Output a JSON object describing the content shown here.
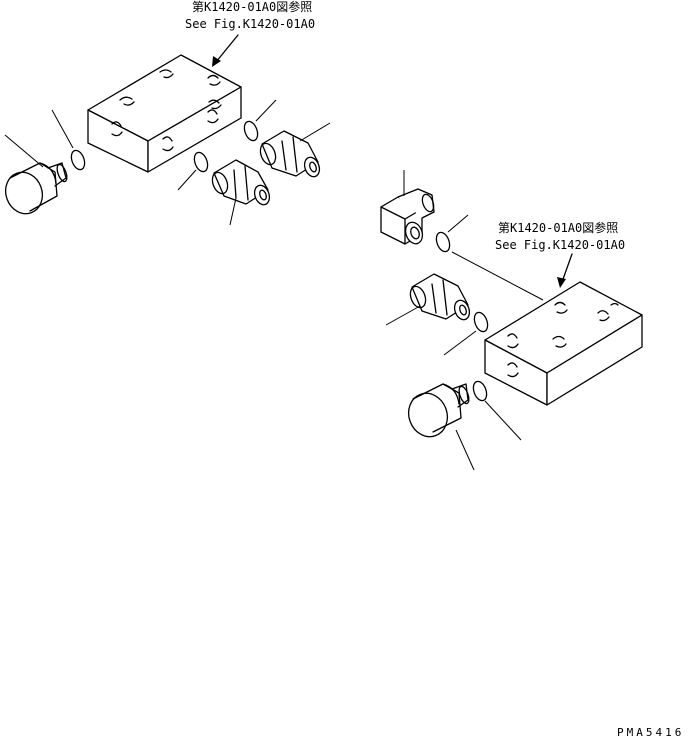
{
  "references": [
    {
      "line_jp": "第K1420-01A0図参照",
      "line_en": "See Fig.K1420-01A0"
    },
    {
      "line_jp": "第K1420-01A0図参照",
      "line_en": "See Fig.K1420-01A0"
    }
  ],
  "drawing_code": "PMA5416"
}
